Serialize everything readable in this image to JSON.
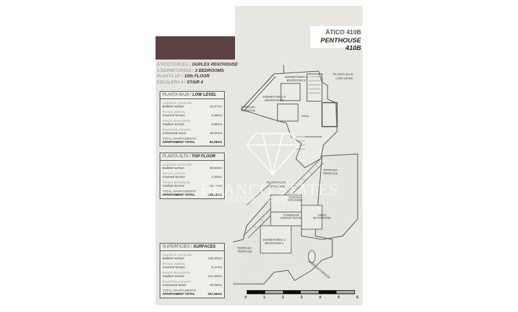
{
  "header": {
    "title_es": "ÁTICO 410B",
    "title_en": "PENTHOUSE 410B",
    "brand_color": "#5b4243"
  },
  "intro": {
    "type_es": "ÁTICO DÚPLEX / ",
    "type_en": "DUPLEX PENTHOUSE",
    "bedrooms_es": "3 DORMITORIOS / ",
    "bedrooms_en": "3 BEDROOMS",
    "floor_es": "PLANTA 10ª / ",
    "floor_en": "10th FLOOR",
    "stair_es": "ESCALERA 4 / ",
    "stair_en": "STAIR 4"
  },
  "boxes": [
    {
      "header_es": "PLANTA BAJA / ",
      "header_en": "LOW LEVEL",
      "rows": [
        {
          "es": "Superficie construida",
          "en": "Builded surface",
          "value": "43,37m2"
        },
        {
          "es": "Terraza cubierta",
          "en": "Covered terrace",
          "value": "5,99m2"
        },
        {
          "es": "Terraza descubierta",
          "en": "Outdoor terrace",
          "value": "6,88m2"
        },
        {
          "es": "Elementos comunes",
          "en": "Communal areas",
          "value": "26,04m2"
        }
      ],
      "total": {
        "es": "TOTAL APARTAMENTO",
        "en": "APARTAMENT TOTAL",
        "value": "82,28m2"
      }
    },
    {
      "header_es": "PLANTA ALTA / ",
      "header_en": "TOP FLOOR",
      "rows": [
        {
          "es": "Superficie construida",
          "en": "Builded surface",
          "value": "86,93m2"
        },
        {
          "es": "Terraza cubierta",
          "en": "Covered terrace",
          "value": "3,28m2"
        },
        {
          "es": "Terraza descubierta",
          "en": "Outdoor terrace",
          "value": "134,97m2"
        }
      ],
      "total": {
        "es": "TOTAL APARTAMENTO",
        "en": "APARTAMENT TOTAL",
        "value": "225,18m2"
      }
    },
    {
      "header_es": "SUPERFICIES / ",
      "header_en": "SURFACES",
      "rows": [
        {
          "es": "Superficie construida",
          "en": "Builded surface",
          "value": "130,30m2"
        },
        {
          "es": "Terraza cubierta",
          "en": "Covered terrace",
          "value": "9,27m2"
        },
        {
          "es": "Terraza descubierta",
          "en": "Outdoor terrace",
          "value": "141,83m2"
        },
        {
          "es": "Elementos comunes",
          "en": "Communal areas",
          "value": "26,06m2"
        }
      ],
      "total": {
        "es": "TOTAL APARTAMENTO",
        "en": "APARTAMENT TOTAL",
        "value": "307,46m2"
      }
    }
  ],
  "plan": {
    "low_level_label_es": "PLANTA BAJA",
    "low_level_label_en": "LOW LEVEL",
    "top_floor_label_es": "PLANTA ALTA",
    "top_floor_label_en": "TOP FLOOR",
    "rooms": {
      "bedroom2": "DORMITORIO 2\nBEDROOM 2",
      "bedroom3": "DORMITORIO 3\nBEDROOM 3",
      "bedroom1": "DORMITORIO 1\nBEDROOM 1",
      "terrace_low": "TERRAZA\nTERRACE",
      "hall": "HALL",
      "bathroom_low": "BAÑO\nBATHROOM",
      "kitchen": "COCINA\nKITCHEN",
      "dining": "COMEDOR\nDINING ROOM",
      "aseo": "ASEO\nBATHROOM",
      "terrace_top_right": "TERRAZA\nTERRACE",
      "terrace_top_left": "TERRAZA\nTERRACE",
      "bathroom_top": "BAÑO\nBATHROOM"
    },
    "scale_ticks": [
      "0",
      "1",
      "2",
      "3",
      "4",
      "5",
      "6"
    ]
  },
  "watermark": {
    "line1": "BLANCO STATES",
    "line2": "INMOBILIARIA"
  }
}
